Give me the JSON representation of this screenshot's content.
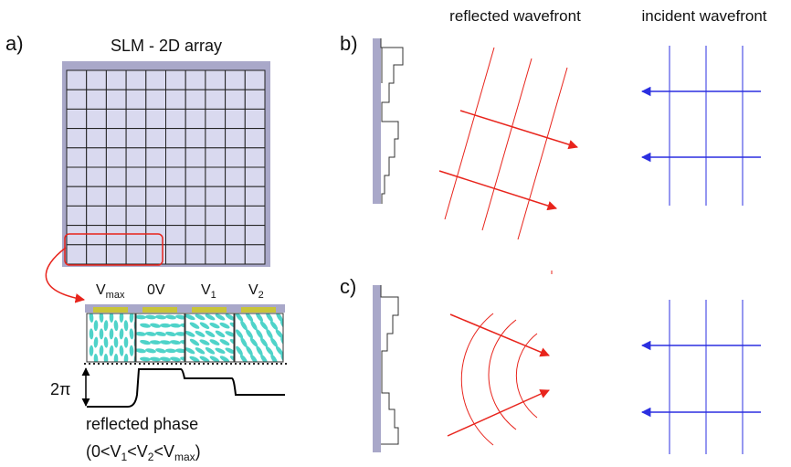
{
  "panels": {
    "a": {
      "label": "a)",
      "title": "SLM - 2D array",
      "voltages": [
        {
          "main": "V",
          "sub": "max"
        },
        {
          "main": "0V",
          "sub": ""
        },
        {
          "main": "V",
          "sub": "1"
        },
        {
          "main": "V",
          "sub": "2"
        }
      ],
      "phase_label": "2π",
      "reflected_phase_label": "reflected phase",
      "condition": {
        "open": "(0<V",
        "s1": "1",
        "mid": "<V",
        "s2": "2",
        "lt": "<V",
        "s3": "max",
        "close": ")"
      }
    },
    "b": {
      "label": "b)"
    },
    "c": {
      "label": "c)"
    }
  },
  "headers": {
    "reflected": "reflected wavefront",
    "incident": "incident wavefront"
  },
  "grid": {
    "rows": 10,
    "cols": 10
  },
  "colors": {
    "slm_frame": "#a9a8c9",
    "cell_fill": "#d9d9ef",
    "reflected": "#e8241c",
    "incident": "#2b2fe0",
    "electrode": "#c8c43a",
    "crystal": "#4fd3c9",
    "highlight": "#e8241c"
  }
}
